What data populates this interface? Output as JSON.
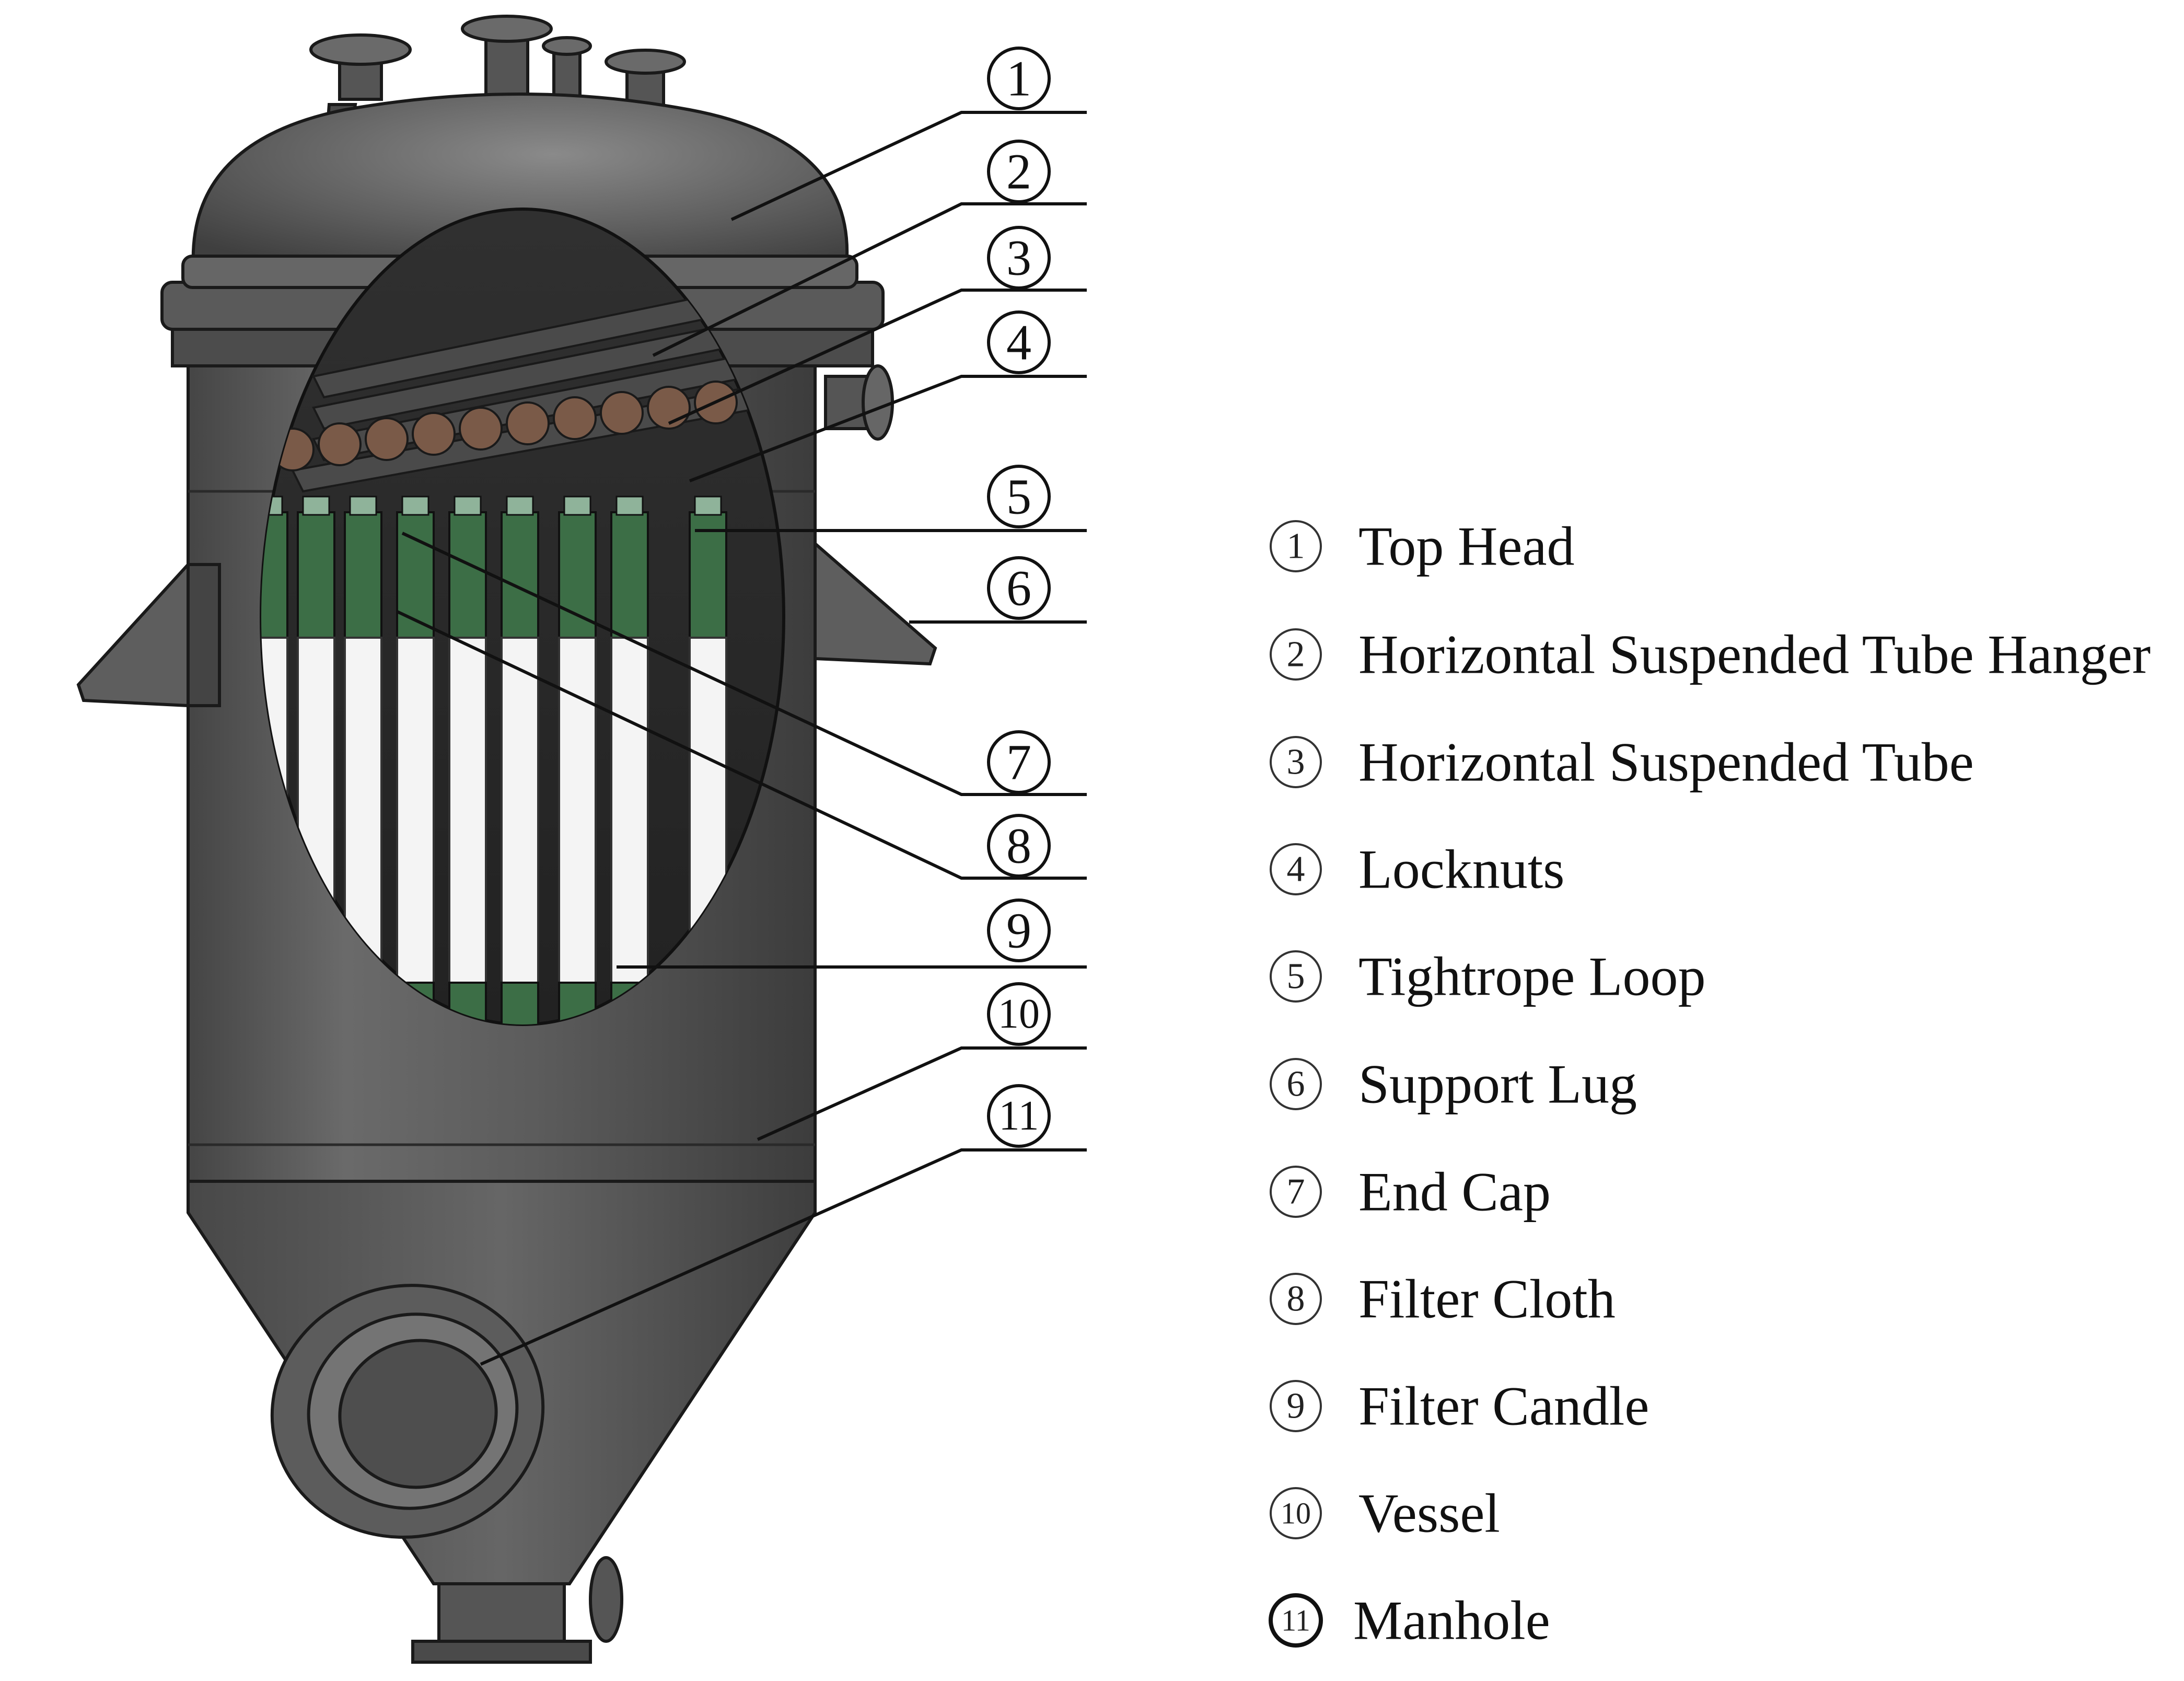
{
  "callouts": [
    {
      "num": "1",
      "label": "Top Head"
    },
    {
      "num": "2",
      "label": "Horizontal Suspended Tube Hanger"
    },
    {
      "num": "3",
      "label": "Horizontal Suspended Tube"
    },
    {
      "num": "4",
      "label": "Locknuts"
    },
    {
      "num": "5",
      "label": "Tightrope Loop"
    },
    {
      "num": "6",
      "label": "Support Lug"
    },
    {
      "num": "7",
      "label": "End Cap"
    },
    {
      "num": "8",
      "label": "Filter Cloth"
    },
    {
      "num": "9",
      "label": "Filter Candle"
    },
    {
      "num": "10",
      "label": "Vessel"
    },
    {
      "num": "11",
      "label": "Manhole"
    }
  ],
  "colors": {
    "vessel_body": "#5a5a5a",
    "vessel_highlight": "#7c7c7c",
    "vessel_shadow": "#3e3e3e",
    "filter_green": "#3c6e46",
    "filter_white": "#f4f4f4",
    "hanger_brown": "#7a5a48",
    "outline": "#1a1a1a"
  }
}
